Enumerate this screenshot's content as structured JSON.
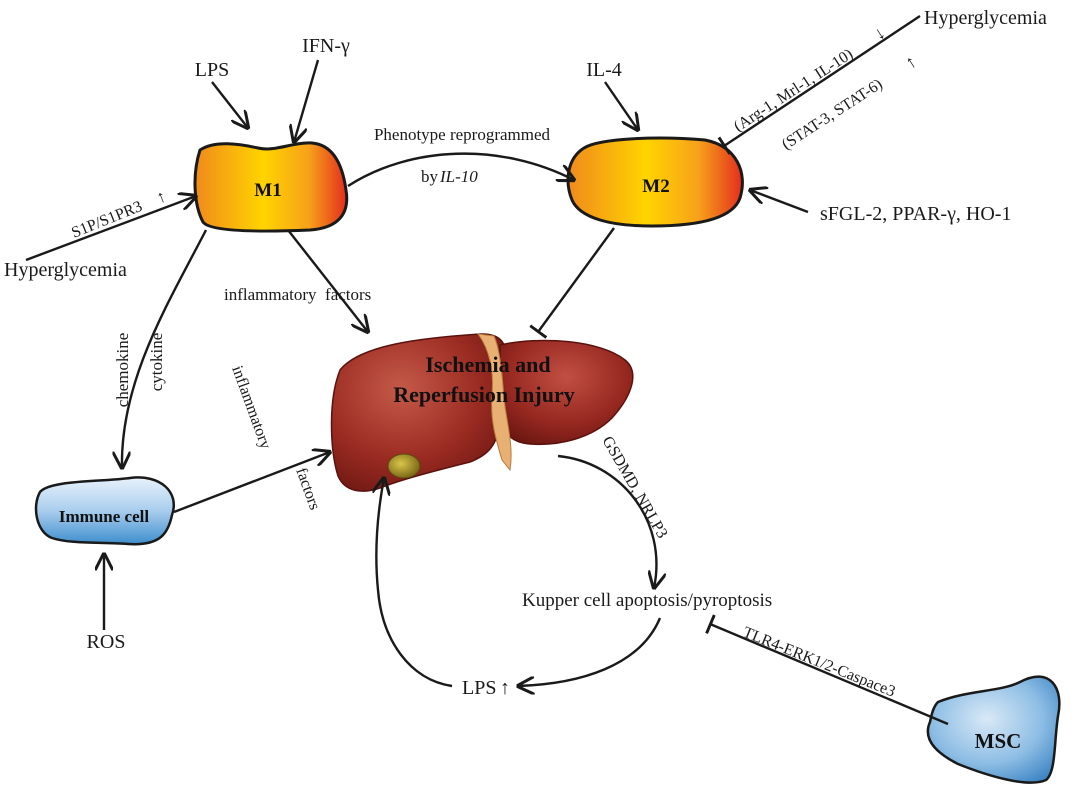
{
  "nodes": {
    "m1": "M1",
    "m2": "M2",
    "immune_cell": "Immune cell",
    "msc": "MSC",
    "liver_line1": "Ischemia and",
    "liver_line2": "Reperfusion Injury"
  },
  "labels": {
    "lps_m1": "LPS",
    "ifn_gamma": "IFN-γ",
    "il4": "IL-4",
    "hyperglycemia_right": "Hyperglycemia",
    "arg1_group": "(Arg-1, Mrl-1, IL-10)",
    "arg1_arrow": "↓",
    "stat_group": "(STAT-3, STAT-6)",
    "stat_arrow": "↑",
    "phenotype_line1": "Phenotype reprogrammed",
    "phenotype_by": "by ",
    "phenotype_il10": "IL-10",
    "sfgl2": "sFGL-2, PPAR-γ, HO-1",
    "s1p": "S1P/S1PR3",
    "s1p_arrow": "↑",
    "hyperglycemia_left": "Hyperglycemia",
    "inflammatory_factors_top": "inflammatory  factors",
    "chemokine": "chemokine",
    "cytokine": "cytokine",
    "inflammatory_vertical": "inflammatory",
    "factors_vertical": "factors",
    "ros": "ROS",
    "gsdmd": "GSDMD, NRLP3",
    "kupper": "Kupper cell apoptosis/pyroptosis",
    "lps_bottom": "LPS",
    "lps_bottom_arrow": "↑",
    "tlr4": "TLR4-ERK1/2-Caspace3"
  },
  "colors": {
    "macrophage_fill_light": "#ffd400",
    "macrophage_fill_dark": "#e8341c",
    "immune_fill": "#3d8ecd",
    "liver_fill": "#9e2b22",
    "text": "#1a1a1a"
  }
}
